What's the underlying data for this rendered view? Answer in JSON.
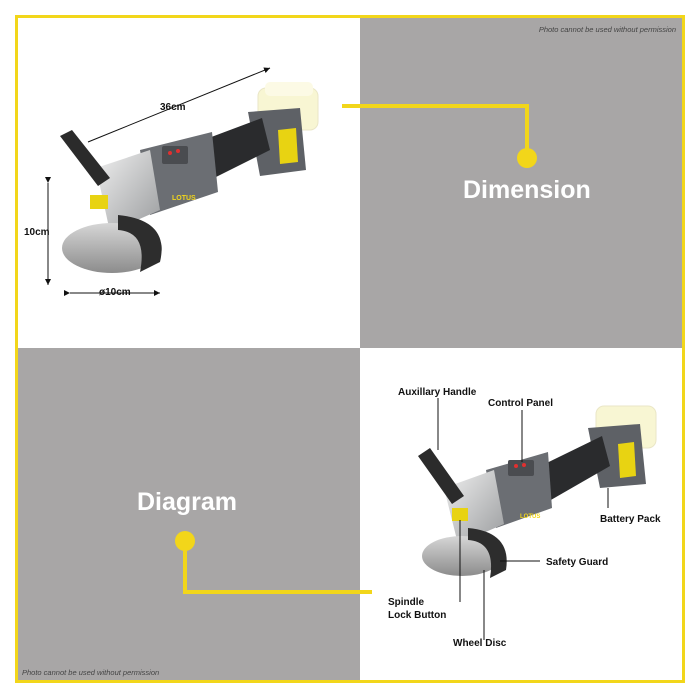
{
  "watermark": "Photo cannot be used without permission",
  "sections": {
    "dimension_label": "Dimension",
    "diagram_label": "Diagram"
  },
  "dimensions": {
    "length": "36cm",
    "height": "10cm",
    "diameter": "ø10cm"
  },
  "brand": "LOTUS",
  "parts": {
    "auxiliary_handle": "Auxillary Handle",
    "control_panel": "Control Panel",
    "battery_pack": "Battery Pack",
    "safety_guard": "Safety Guard",
    "spindle_lock_line1": "Spindle",
    "spindle_lock_line2": "Lock Button",
    "wheel_disc": "Wheel Disc"
  },
  "colors": {
    "accent": "#f2d61a",
    "panel_gray": "#a8a6a6",
    "tool_body": "#5e6166",
    "tool_silver": "#c9cbcd"
  }
}
